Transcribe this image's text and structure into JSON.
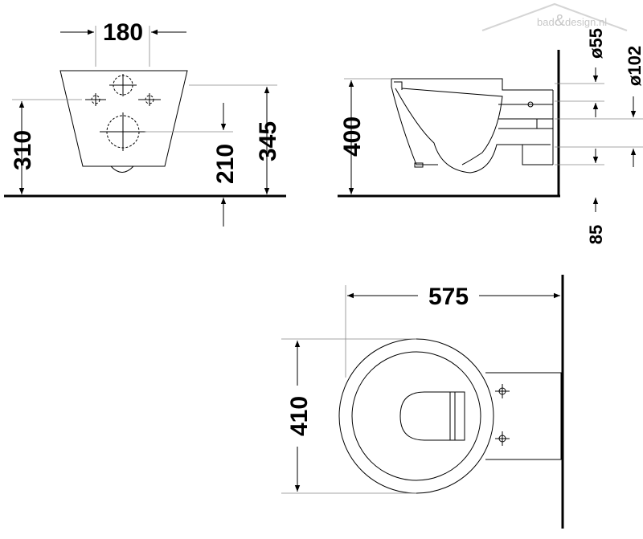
{
  "watermark": {
    "prefix": "bad",
    "amp": "&",
    "suffix": "design.nl"
  },
  "front_view": {
    "width": "180",
    "height_drain": "310",
    "height_outlet": "210",
    "height_top": "345"
  },
  "side_view": {
    "height_total": "400",
    "diameter_inlet": "ø55",
    "diameter_outlet": "ø102",
    "offset_bottom": "85"
  },
  "top_view": {
    "length": "575",
    "width": "410"
  }
}
